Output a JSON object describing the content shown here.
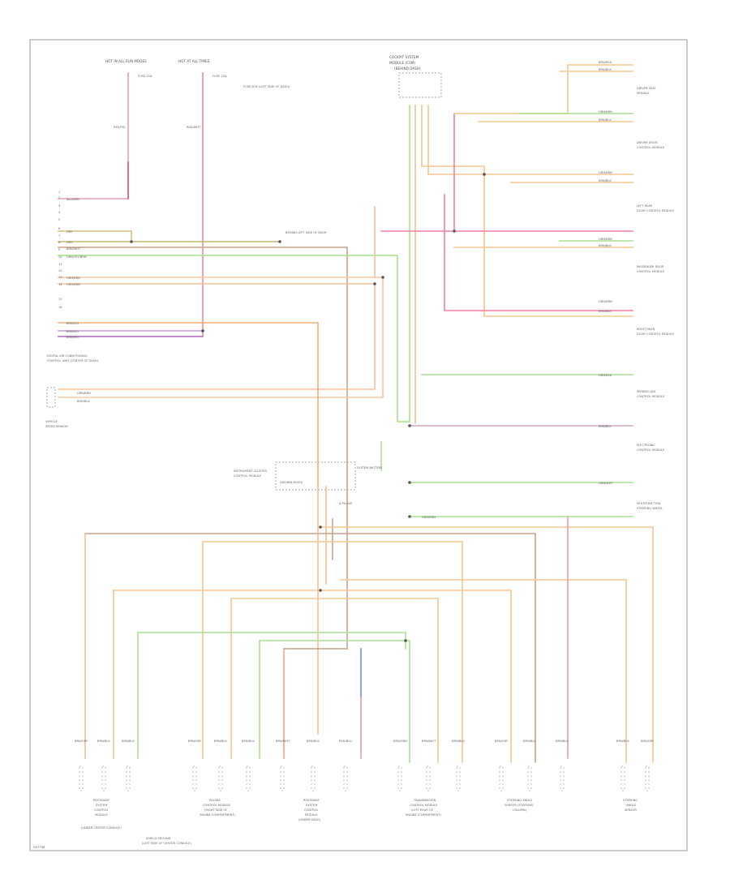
{
  "diagram": {
    "corner_label": "G47786",
    "top_left": {
      "line1": "HOT IN ALL RUN MODES",
      "line2": "HOT AT ALL TIMES",
      "fuse_a": "FUSE 15A",
      "fuse_b": "FUSE 10A",
      "fuse_box": "FUSE BOX (LEFT SIDE OF DASH)",
      "wire_a": "RED/YEL",
      "wire_b": "RED/WHT"
    },
    "top_center": {
      "line1": "COCKPIT SYSTEM",
      "line2": "MODULE (CSM)",
      "line3": "(BEHIND DASH)"
    },
    "left_connector": {
      "label_line1": "DIGITAL AIR CONDITIONING",
      "label_line2": "CONTROL UNIT (CENTER OF DASH)",
      "rows": [
        "BLU/BRN",
        "GRY",
        "GRY",
        "BRN/WHT",
        "GRN/YEL/BRN",
        "GRN/BRN",
        "GRN/BRN",
        "BRN/VIO",
        "BRN/VIO",
        "BRN/VIO"
      ],
      "pins": [
        "1",
        "2",
        "3",
        "4",
        "5",
        "6",
        "7",
        "8",
        "9",
        "10",
        "11",
        "12",
        "13",
        "14",
        "15",
        "16"
      ]
    },
    "vehicle_speed": {
      "label_line1": "VEHICLE",
      "label_line2": "SPEED SENSOR",
      "wire_a": "GRN/BRN",
      "wire_b": "BRN/BLK"
    },
    "splice_label": "BEHIND LEFT SIDE OF DASH",
    "center_splice": {
      "label_line1": "INSTRUMENT CLUSTER",
      "label_line2": "CONTROL MODULE",
      "label_line3": "(BEHIND DASH)",
      "extra": "SYSTEM BATTERY",
      "sub": "A-PILLAR"
    },
    "right_modules": [
      {
        "name_line1": "DRIVER SEAT",
        "name_line2": "MODULE",
        "wire_a": "BRN/RED",
        "wire_b": "BRN/BLK"
      },
      {
        "name_line1": "DRIVER DOOR",
        "name_line2": "CONTROL MODULE",
        "wire_a": "GRN/BRN",
        "wire_b": "BRN/BLK"
      },
      {
        "name_line1": "LEFT REAR",
        "name_line2": "DOOR CONTROL MODULE",
        "wire_a": "GRN/BRN",
        "wire_b": "BRN/BLK"
      },
      {
        "name_line1": "PASSENGER DOOR",
        "name_line2": "CONTROL MODULE",
        "wire_a": "GRN/BRN",
        "wire_b": "BRN/BLK"
      },
      {
        "name_line1": "RIGHT REAR",
        "name_line2": "DOOR CONTROL MODULE",
        "wire_a": "GRN/BRN",
        "wire_b": "BRN/BLK"
      },
      {
        "name_line1": "PARKING AID",
        "name_line2": "CONTROL MODULE",
        "wire_a": "GRN/BLK",
        "wire_b": ""
      },
      {
        "name_line1": "ELECTRONIC",
        "name_line2": "CONTROL MODULE",
        "wire_a": "BRN/BLK",
        "wire_b": ""
      },
      {
        "name_line1": "MULTIFUNCTION",
        "name_line2": "STEERING WHEEL",
        "wire_a": "GRN/WHT",
        "wire_b": "GRN/BRN"
      }
    ],
    "bottom_modules": [
      {
        "line1": "RESTRAINT",
        "line2": "SYSTEM",
        "line3": "CONTROL",
        "line4": "MODULE",
        "line5": "(UNDER CENTER CONSOLE)"
      },
      {
        "line1": "ENGINE",
        "line2": "CONTROL MODULE",
        "line3": "(RIGHT SIDE OF",
        "line4": "ENGINE COMPARTMENT)",
        "line5": ""
      },
      {
        "line1": "RESTRAINT",
        "line2": "SYSTEM",
        "line3": "CONTROL",
        "line4": "MODULE",
        "line5": "(UNDER DASH)"
      },
      {
        "line1": "TRANSMISSION",
        "line2": "CONTROL MODULE",
        "line3": "(LEFT REAR OF",
        "line4": "ENGINE COMPARTMENT)",
        "line5": ""
      },
      {
        "line1": "STEERING ANGLE",
        "line2": "SENSOR (STEERING",
        "line3": "COLUMN)",
        "line4": "",
        "line5": ""
      },
      {
        "line1": "STEERING",
        "line2": "ANGLE",
        "line3": "SENSOR",
        "line4": "",
        "line5": ""
      }
    ],
    "bottom_note_line1": "SHIELD GROUND",
    "bottom_note_line2": "(LEFT SIDE OF CENTER CONSOLE)",
    "bottom_pins": [
      "BRN/GRY",
      "BRN/BLK",
      "BRN/BLK",
      "BRN/GRY",
      "BRN/BLK",
      "BRN/BLK",
      "BRN/WHT",
      "BRN/BLK",
      "RED/BLU",
      "BRN/GRN",
      "BRN/WHT",
      "BRN/BLK",
      "BRN/GRY",
      "BRN/BLK",
      "BRN/BLK",
      "BRN/BLK",
      "BRN/GRY"
    ]
  }
}
